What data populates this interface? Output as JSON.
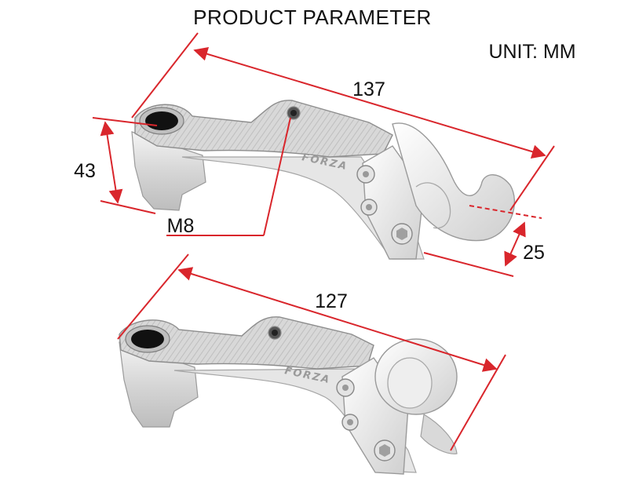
{
  "header": {
    "title": "PRODUCT PARAMETER",
    "unit": "UNIT: MM"
  },
  "upper_part": {
    "brand": "FORZA",
    "dimensions": {
      "length": "137",
      "height": "43",
      "thread": "M8",
      "hook": "25"
    }
  },
  "lower_part": {
    "brand": "FORZA",
    "dimensions": {
      "length": "127"
    }
  },
  "colors": {
    "dimension_line": "#d9262c",
    "leader_line": "#d9262c",
    "part_body": "#dcdcdc",
    "part_edge": "#9a9a9a",
    "bore": "#111111"
  }
}
